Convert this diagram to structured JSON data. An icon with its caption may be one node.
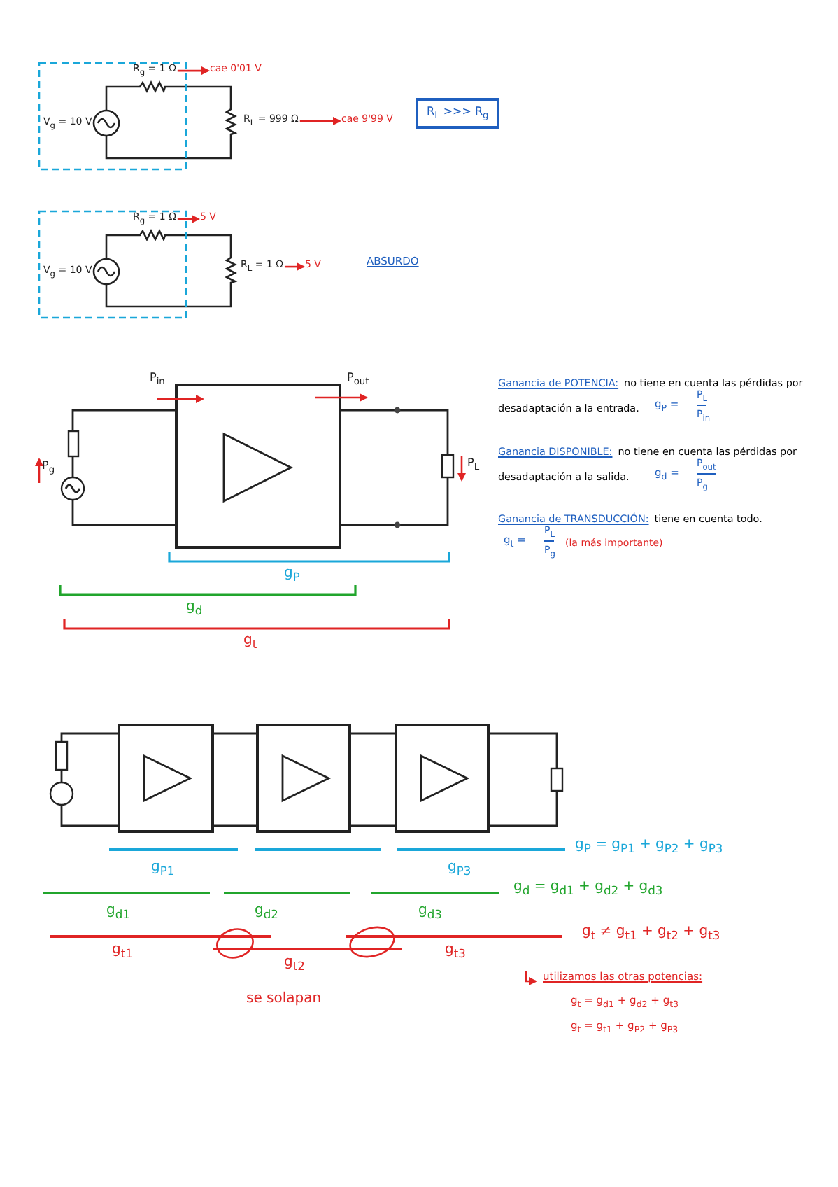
{
  "diagram": {
    "nodes": [
      {
        "text": [
          "R$_{g}$ = 1 Ω"
        ]
      },
      {
        "text": [
          "cae 0'01 V"
        ]
      },
      {
        "text": [
          "R$_{L}$ = 999 Ω"
        ]
      },
      {
        "text": [
          "cae 9'99 V"
        ]
      },
      {
        "text": [
          "R$_{L}$ >>> R$_{g}$"
        ]
      },
      {
        "text": [
          "R$_{g}$ = 1 Ω"
        ]
      },
      {
        "text": [
          "5 V"
        ]
      },
      {
        "text": [
          "R$_{L}$ = 1 Ω"
        ]
      },
      {
        "text": [
          "5 V"
        ]
      }
    ],
    "edges": [
      {
        "from": 0,
        "to": 1,
        "arrow": "to"
      },
      {
        "from": 2,
        "to": 3,
        "arrow": "to"
      },
      {
        "from": 5,
        "to": 6,
        "arrow": "to"
      },
      {
        "from": 7,
        "to": 8,
        "arrow": "to"
      }
    ],
    "labels": [
      "V$_{g}$ = 10 V",
      "V$_{g}$ = 10 V",
      "ABSURDO",
      "P$_{in}$",
      "P$_{out}$",
      "P$_{g}$",
      "P$_{L}$",
      "g$_{P}$",
      "g$_{d}$",
      "g$_{t}$",
      "Ganancia de POTENCIA:",
      "no tiene en cuenta las pérdidas por desadaptación a la entrada.",
      "g$_{P}$ =",
      "P$_{L}$",
      "P$_{in}$",
      "Ganancia DISPONIBLE:",
      "no tiene en cuenta las pérdidas por desadaptación a la salida.",
      "g$_{d}$ =",
      "P$_{out}$",
      "P$_{g}$",
      "Ganancia de TRANSDUCCIÓN:",
      "tiene en cuenta todo.",
      "g$_{t}$ =",
      "P$_{L}$",
      "P$_{g}$",
      "(la más importante)",
      "g$_{P1}$",
      "g$_{P3}$",
      "g$_{P}$ = g$_{P1}$ + g$_{P2}$ + g$_{P3}$",
      "g$_{d1}$",
      "g$_{d2}$",
      "g$_{d3}$",
      "g$_{d}$ = g$_{d1}$ + g$_{d2}$ + g$_{d3}$",
      "g$_{t1}$",
      "g$_{t2}$",
      "g$_{t3}$",
      "g$_{t}$ ≠ g$_{t1}$ + g$_{t2}$ + g$_{t3}$",
      "se solapan",
      "utilizamos las otras potencias:",
      "g$_{t}$ = g$_{d1}$ + g$_{d2}$ + g$_{t3}$",
      "g$_{t}$ = g$_{t1}$ + g$_{P2}$ + g$_{P3}$"
    ]
  }
}
